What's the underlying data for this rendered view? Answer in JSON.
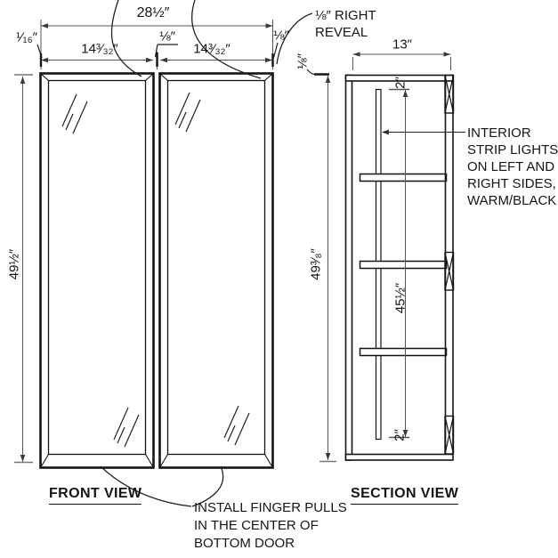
{
  "front_view": {
    "label": "FRONT VIEW",
    "dims": {
      "overall_width": "28½″",
      "left_door_width": "14³⁄₃₂″",
      "right_door_width": "14³⁄₃₂″",
      "left_reveal": "¹⁄₁₆″",
      "center_reveal": "⅛″",
      "right_reveal": "⅛″",
      "door_height": "49½″"
    },
    "notes": {
      "right_reveal": [
        "⅛″ RIGHT",
        "REVEAL"
      ],
      "finger_pulls": [
        "INSTALL FINGER PULLS",
        "IN THE CENTER OF",
        "BOTTOM DOOR"
      ]
    }
  },
  "section_view": {
    "label": "SECTION VIEW",
    "dims": {
      "depth": "13″",
      "height": "49³⁄₈″",
      "top_reveal": "⅛″",
      "strip_top_offset": "2″",
      "strip_length": "45½″",
      "strip_bottom_offset": "2″"
    },
    "notes": {
      "strip_lights": [
        "INTERIOR",
        "STRIP LIGHTS",
        "ON LEFT AND",
        "RIGHT SIDES,",
        "WARM/BLACK"
      ]
    }
  },
  "colors": {
    "object_line": "#141414",
    "dimension_line": "#555555",
    "background": "#ffffff"
  }
}
